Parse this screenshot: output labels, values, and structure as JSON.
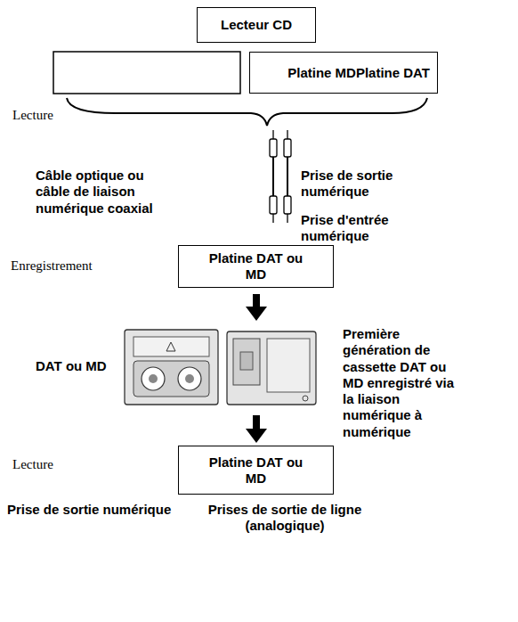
{
  "diagram": {
    "nodes": [
      {
        "text": [
          "Lecteur CD"
        ]
      },
      {
        "text": [
          "Platine MDPlatine DAT"
        ]
      },
      {
        "text": [
          "Platine DAT ou MD"
        ]
      },
      {
        "text": [
          "Platine DAT ou MD"
        ]
      }
    ],
    "labels": [
      "Lecture",
      "Câble optique ou câble de liaison numérique coaxial",
      "Prise de sortie numérique",
      "Prise d'entrée numérique",
      "Enregistrement",
      "DAT ou MD",
      "Première génération de cassette DAT ou MD enregistré via la liaison numérique à numérique",
      "Lecture",
      "Prise de sortie numérique",
      "Prises de sortie de ligne (analogique)"
    ]
  }
}
